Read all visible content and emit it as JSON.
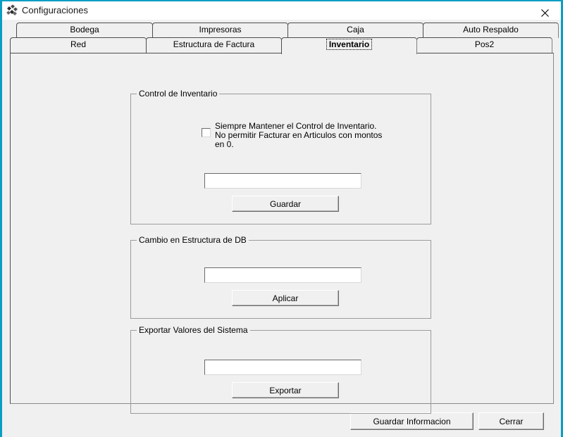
{
  "window": {
    "title": "Configuraciones",
    "icon": "checkered-diamond-icon",
    "close_icon": "close-icon",
    "accent_color": "#0a9ec4",
    "face_color": "#f0f0f0",
    "titlebar_color": "#ffffff"
  },
  "tabs": {
    "row1": [
      {
        "label": "Bodega",
        "name": "tab-bodega"
      },
      {
        "label": "Impresoras",
        "name": "tab-impresoras"
      },
      {
        "label": "Caja",
        "name": "tab-caja"
      },
      {
        "label": "Auto Respaldo",
        "name": "tab-auto-respaldo"
      }
    ],
    "row2": [
      {
        "label": "Red",
        "name": "tab-red"
      },
      {
        "label": "Estructura de Factura",
        "name": "tab-estructura-de-factura"
      },
      {
        "label": "Inventario",
        "name": "tab-inventario",
        "selected": true
      },
      {
        "label": "Pos2",
        "name": "tab-pos2"
      }
    ],
    "selected": "Inventario"
  },
  "groups": {
    "control_inventario": {
      "title": "Control de Inventario",
      "checkbox": {
        "checked": false,
        "line1": "Siempre Mantener el Control de Inventario.",
        "line2": "No permitir Facturar en Articulos con montos",
        "line3": "en 0."
      },
      "input": {
        "value": "",
        "placeholder": ""
      },
      "button": "Guardar"
    },
    "cambio_estructura_db": {
      "title": "Cambio en Estructura de DB",
      "input": {
        "value": "",
        "placeholder": ""
      },
      "button": "Aplicar"
    },
    "exportar_valores": {
      "title": "Exportar Valores del Sistema",
      "input": {
        "value": "",
        "placeholder": ""
      },
      "button": "Exportar"
    }
  },
  "footer": {
    "save_label": "Guardar Informacion",
    "close_label": "Cerrar"
  }
}
